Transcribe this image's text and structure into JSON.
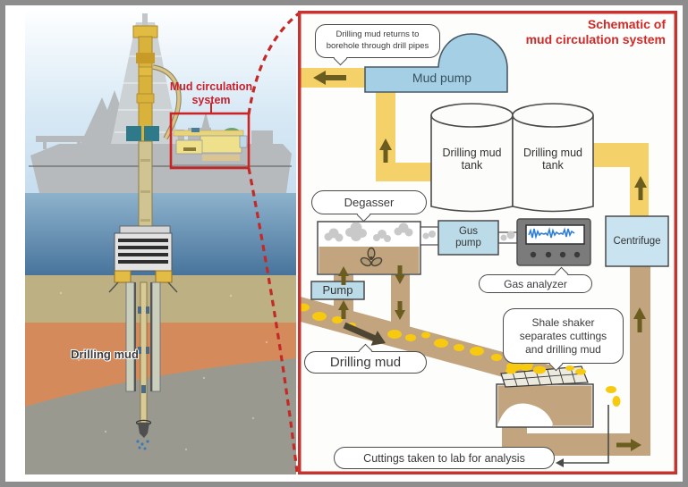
{
  "left_panel": {
    "mud_circulation_label": "Mud circulation\nsystem",
    "drilling_mud_label": "Drilling mud"
  },
  "schematic": {
    "title": "Schematic of\nmud circulation system",
    "labels": {
      "mud_pump": "Mud pump",
      "tank_left": "Drilling mud\ntank",
      "tank_right": "Drilling mud\ntank",
      "gus_pump": "Gus\npump",
      "pump": "Pump",
      "centrifuge": "Centrifuge"
    },
    "callouts": {
      "mud_returns": "Drilling mud returns to\nborehole through drill pipes",
      "degasser": "Degasser",
      "gas_analyzer": "Gas analyzer",
      "shale_shaker": "Shale shaker\nseparates cuttings\nand drilling  mud",
      "drilling_mud": "Drilling mud",
      "cuttings": "Cuttings taken to lab for analysis"
    },
    "colors": {
      "accent_red": "#cf2a27",
      "clean_mud_yellow": "#f4d269",
      "cuttings_yellow": "#f7ca10",
      "mud_brown": "#c2a47e",
      "equipment_blue": "#bcdbe9",
      "arrow_olive": "#6b5d20"
    }
  }
}
